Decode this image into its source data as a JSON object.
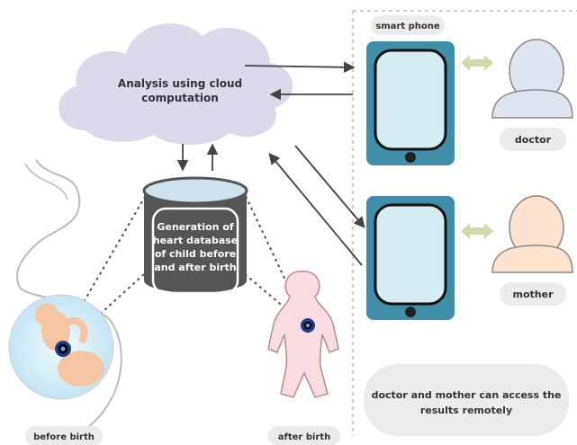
{
  "cloud": {
    "line1": "Analysis using cloud",
    "line2": "computation"
  },
  "database": {
    "lines": [
      "Generation of",
      "heart database",
      "of child before",
      "and after birth"
    ]
  },
  "phone_label": "smart phone",
  "doctor_label": "doctor",
  "mother_label": "mother",
  "before_birth_label": "before birth",
  "after_birth_label": "after birth",
  "remote_note": {
    "line1": "doctor and mother can access the",
    "line2": "results remotely"
  },
  "colors": {
    "cloud": "#ddd8ea",
    "phone_body": "#3f8fa8",
    "phone_screen": "#d6ecf3",
    "doctor_avatar": "#dde5f0",
    "mother_avatar": "#fbe3d0",
    "sync_arrow": "#cfdcaa",
    "database": "#555555",
    "arrow": "#444444",
    "pill": "#ececec"
  },
  "icons": [
    "cloud-icon",
    "database-icon",
    "smartphone-icon",
    "person-icon",
    "fetus-icon",
    "baby-icon",
    "heart-sensor-icon"
  ]
}
